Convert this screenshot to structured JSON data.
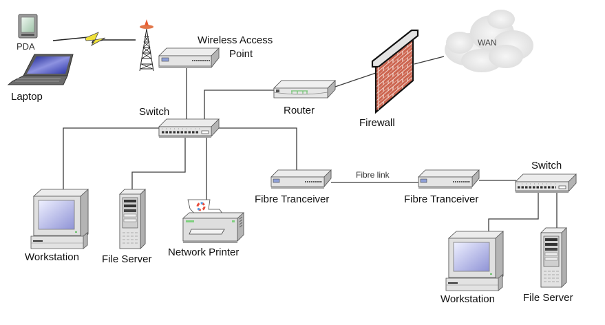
{
  "title": "Network diagram",
  "colors": {
    "wire": "#3c3c3c",
    "device_body": "#e2e2e2",
    "device_side": "#bdbdbd",
    "brick": "#c8604a",
    "wall_cap": "#e6e6e6",
    "screen": "#b7b9e8",
    "laptop_screen": "#2b35a6",
    "cloud": "#ececec",
    "lightning": "#f2e23a"
  },
  "nodes": {
    "pda": {
      "label": "PDA",
      "icon": "pda-icon"
    },
    "laptop": {
      "label": "Laptop",
      "icon": "laptop-icon"
    },
    "antenna": {
      "icon": "antenna-tower-icon"
    },
    "wap": {
      "label_line1": "Wireless Access",
      "label_line2": "Point",
      "icon": "access-point-icon"
    },
    "router": {
      "label": "Router",
      "icon": "router-icon"
    },
    "firewall": {
      "label": "Firewall",
      "icon": "firewall-icon"
    },
    "wan": {
      "label": "WAN",
      "icon": "cloud-icon"
    },
    "switch_main": {
      "label": "Switch",
      "icon": "switch-icon"
    },
    "workstation_1": {
      "label": "Workstation",
      "icon": "workstation-icon"
    },
    "file_server_1": {
      "label": "File Server",
      "icon": "server-icon"
    },
    "printer": {
      "label": "Network Printer",
      "icon": "printer-icon"
    },
    "fibre_tx_1": {
      "label": "Fibre Tranceiver",
      "icon": "transceiver-icon"
    },
    "fibre_tx_2": {
      "label": "Fibre Tranceiver",
      "icon": "transceiver-icon"
    },
    "switch_remote": {
      "label": "Switch",
      "icon": "switch-icon"
    },
    "workstation_2": {
      "label": "Workstation",
      "icon": "workstation-icon"
    },
    "file_server_2": {
      "label": "File Server",
      "icon": "server-icon"
    }
  },
  "links": {
    "wireless": {
      "from": "pda/laptop",
      "to": "wap",
      "type": "wireless"
    },
    "fibre": {
      "label": "Fibre link",
      "from": "fibre_tx_1",
      "to": "fibre_tx_2"
    }
  },
  "connections": [
    [
      "wap",
      "switch_main"
    ],
    [
      "switch_main",
      "router"
    ],
    [
      "router",
      "firewall"
    ],
    [
      "firewall",
      "wan"
    ],
    [
      "switch_main",
      "workstation_1"
    ],
    [
      "switch_main",
      "file_server_1"
    ],
    [
      "switch_main",
      "printer"
    ],
    [
      "switch_main",
      "fibre_tx_1"
    ],
    [
      "fibre_tx_1",
      "fibre_tx_2"
    ],
    [
      "fibre_tx_2",
      "switch_remote"
    ],
    [
      "switch_remote",
      "workstation_2"
    ],
    [
      "switch_remote",
      "file_server_2"
    ]
  ]
}
